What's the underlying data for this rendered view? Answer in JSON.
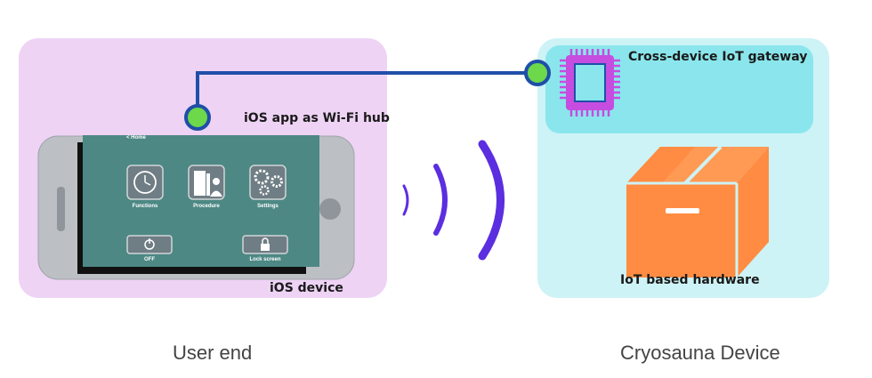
{
  "labels": {
    "ios_app_hub": "iOS app as Wi-Fi hub",
    "ios_device": "iOS device",
    "gateway": "Cross-device IoT gateway",
    "hardware": "IoT based hardware"
  },
  "captions": {
    "user_end": "User end",
    "cryosauna_device": "Cryosauna Device"
  },
  "phone_screen": {
    "home_link": "< Home",
    "buttons": {
      "functions": "Functions",
      "procedure": "Procedure",
      "settings": "Settings",
      "off": "OFF",
      "lock_screen": "Lock screen"
    }
  },
  "colors": {
    "user_panel": "#eed3f5",
    "device_panel": "#cdf3f6",
    "gateway_box": "#8ae6ec",
    "connector_line": "#1f4fa8",
    "connector_node": "#6cd84a",
    "wifi_waves": "#5b2ee0",
    "chip": "#c64de0",
    "box": "#ff8c42",
    "screen": "#4d8884"
  }
}
